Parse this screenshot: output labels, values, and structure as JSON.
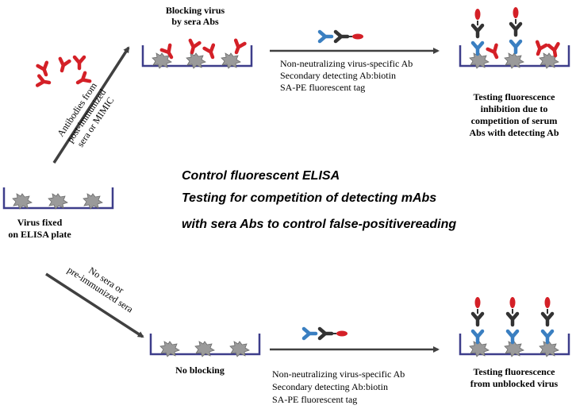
{
  "labels": {
    "blocking_line1": "Blocking virus",
    "blocking_line2": "by sera Abs",
    "antibodies_line1": "Antibodies from",
    "antibodies_line2": "post-immunized",
    "antibodies_line3": "sera or MIMIC",
    "steps_top_1": "Non-neutralizing virus-specific Ab",
    "steps_top_2": "Secondary detecting Ab:biotin",
    "steps_top_3": "SA-PE fluorescent tag",
    "inhib_line1": "Testing fluorescence",
    "inhib_line2": "inhibition due to",
    "inhib_line3": "competition of serum",
    "inhib_line4": "Abs with detecting Ab",
    "virus_line1": "Virus fixed",
    "virus_line2": "on ELISA plate",
    "noblock_line1": "No sera or",
    "noblock_line2": "pre-immunized sera",
    "no_blocking": "No blocking",
    "steps_bottom_1": "Non-neutralizing virus-specific Ab",
    "steps_bottom_2": "Secondary detecting Ab:biotin",
    "steps_bottom_3": "SA-PE fluorescent tag",
    "unblocked_line1": "Testing fluorescence",
    "unblocked_line2": "from unblocked virus"
  },
  "title": {
    "line1": "Control fluorescent ELISA",
    "line2": "Testing for competition of detecting mAbs",
    "line3": "with sera Abs  to control false-positivereading"
  },
  "colors": {
    "well": "#3d3d8a",
    "virus": "#9a9a9a",
    "serum_ab": "#d42027",
    "detect_ab": "#3a7fc1",
    "secondary_ab": "#333333",
    "pe_tag": "#d42027",
    "arrow": "#404040"
  }
}
